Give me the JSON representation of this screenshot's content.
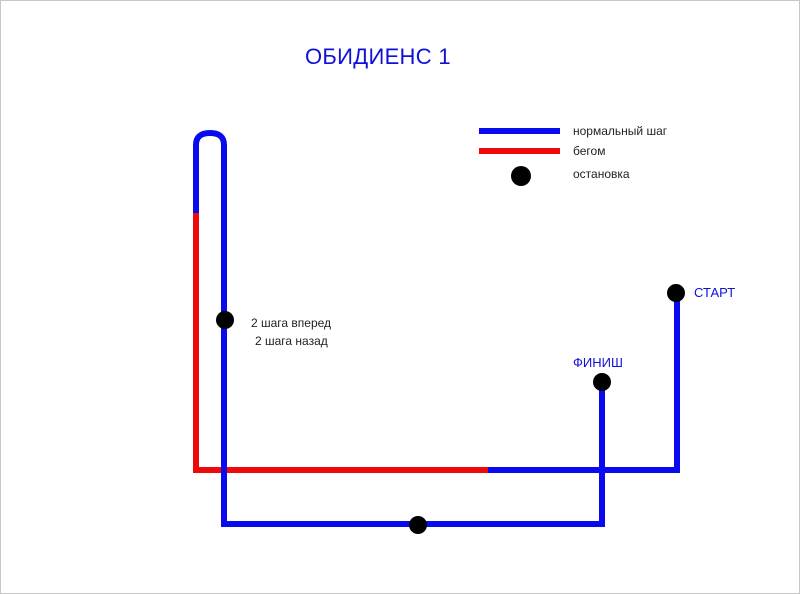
{
  "title": "ОБИДИЕНС 1",
  "colors": {
    "normal": "#0a0aee",
    "run": "#ee0a0a",
    "stop": "#000000"
  },
  "legend": {
    "normal_label": "нормальный шаг",
    "run_label": "бегом",
    "stop_label": "остановка"
  },
  "labels": {
    "start": "СТАРТ",
    "finish": "ФИНИШ",
    "step_forward": "2 шага вперед",
    "step_back": "2 шага назад"
  }
}
